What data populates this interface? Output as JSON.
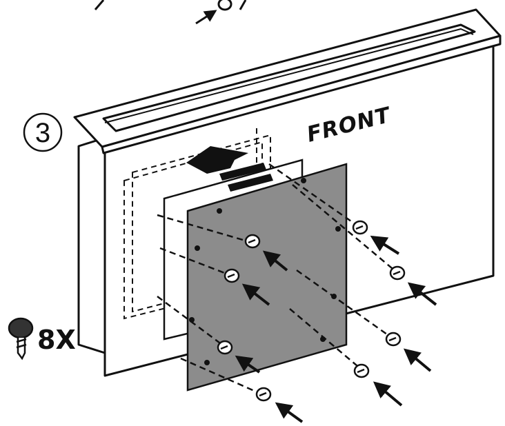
{
  "step": {
    "number": "3"
  },
  "orientation_label": "FRONT",
  "screws": {
    "quantity": "8X",
    "icon": "screw-icon"
  },
  "colors": {
    "ink": "#111111",
    "panel": "#8c8c8c",
    "background": "#ffffff"
  }
}
